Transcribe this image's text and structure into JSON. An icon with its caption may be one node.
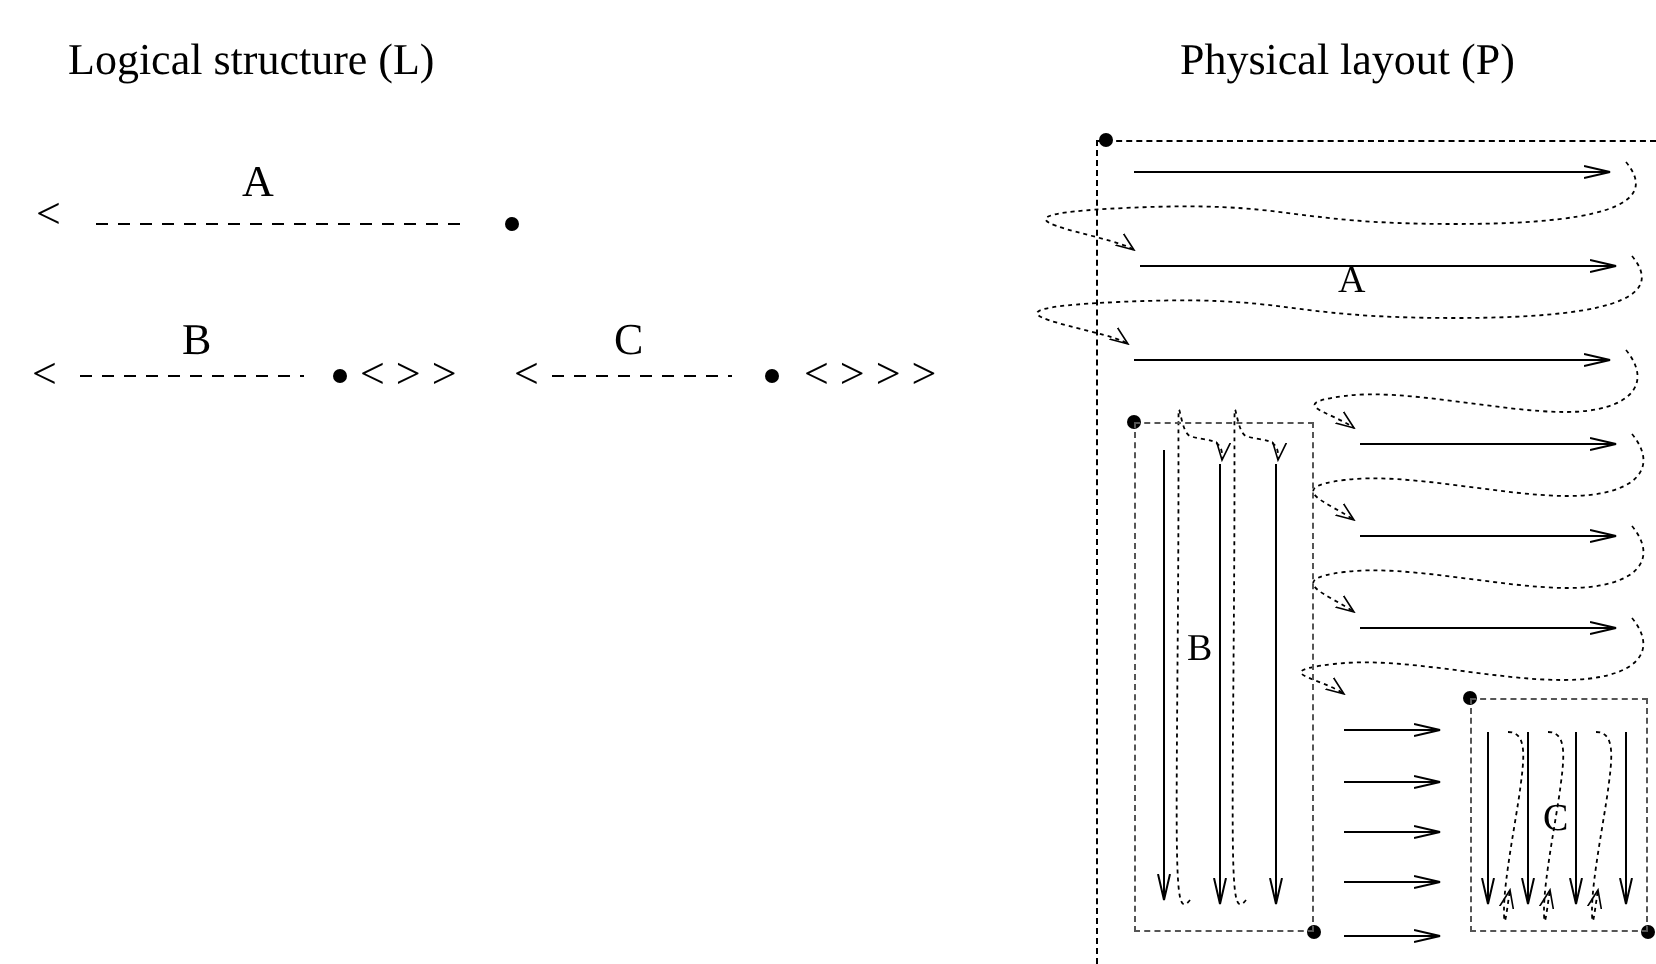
{
  "diagram": {
    "nodes": [
      {
        "text": [
          "A"
        ]
      },
      {
        "text": [
          "B"
        ],
        "in": 0
      },
      {
        "text": [
          "C"
        ],
        "in": 0
      }
    ],
    "edges": [],
    "labels": [
      "Logical structure (L)",
      "Physical layout (P)",
      "A",
      "<",
      "B",
      "<",
      "< > >",
      "C",
      "<",
      "< > > >"
    ]
  }
}
